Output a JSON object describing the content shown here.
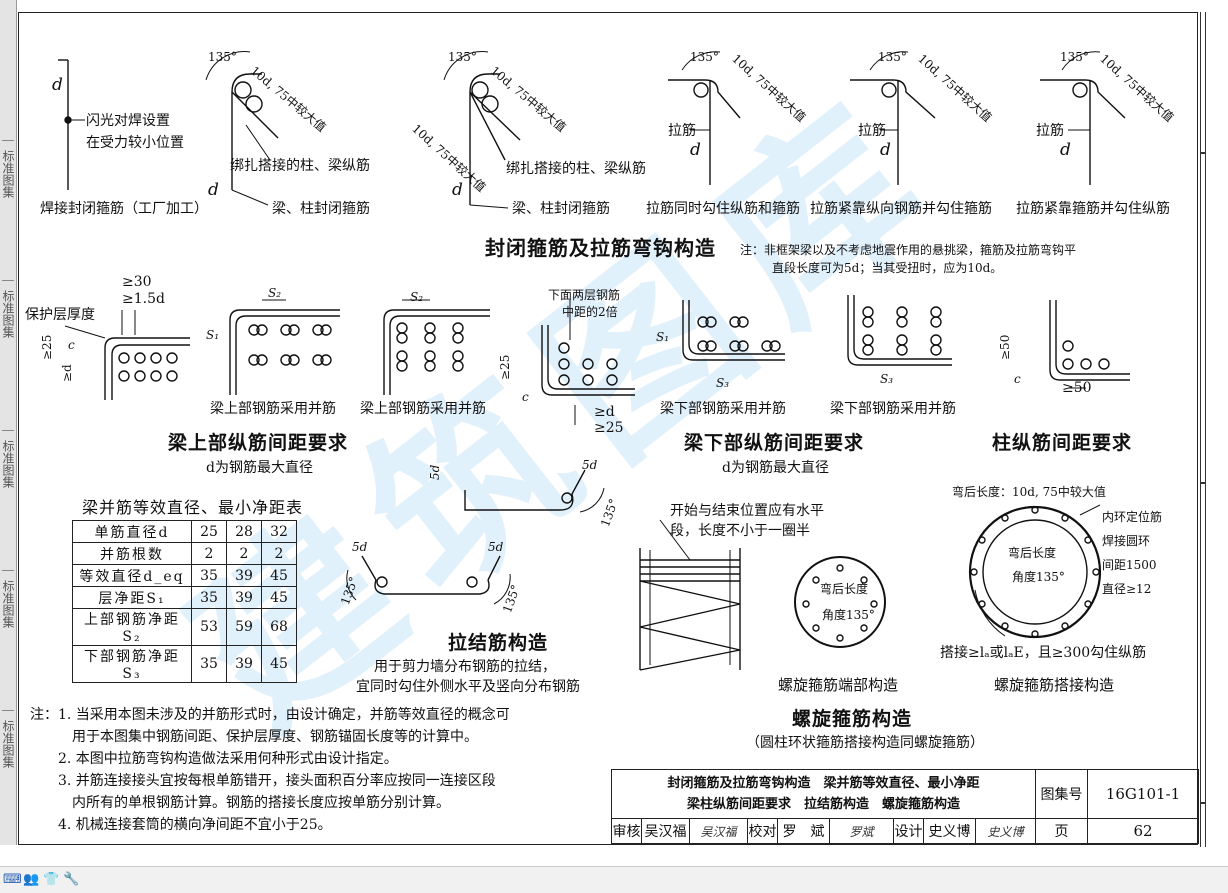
{
  "binding": {
    "text1": "标准图集",
    "text2": "标准图集",
    "text3": "标准图集",
    "text4": "标准图集",
    "text5": "标准图集"
  },
  "watermark": "建筑图库",
  "top": {
    "welded": {
      "d": "d",
      "flash1": "闪光对焊设置",
      "flash2": "在受力较小位置",
      "caption": "焊接封闭箍筋（工厂加工）"
    },
    "tied": {
      "angle": "135°",
      "len": "10d, 75中较大值",
      "bundle": "绑扎搭接的柱、梁纵筋",
      "d": "d",
      "stirrup": "梁、柱封闭箍筋"
    },
    "tied2": {
      "angle": "135°",
      "len": "10d, 75中较大值",
      "len2": "10d, 75中较大值",
      "bundle": "绑扎搭接的柱、梁纵筋",
      "d": "d",
      "stirrup": "梁、柱封闭箍筋"
    },
    "tie1": {
      "angle": "135°",
      "len": "10d, 75中较大值",
      "label": "拉筋",
      "d": "d",
      "caption": "拉筋同时勾住纵筋和箍筋"
    },
    "tie2": {
      "angle": "135°",
      "len": "10d, 75中较大值",
      "label": "拉筋",
      "d": "d",
      "caption": "拉筋紧靠纵向钢筋并勾住箍筋"
    },
    "tie3": {
      "angle": "135°",
      "len": "10d, 75中较大值",
      "label": "拉筋",
      "d": "d",
      "caption": "拉筋紧靠箍筋并勾住纵筋"
    },
    "heading": "封闭箍筋及拉筋弯钩构造",
    "note1": "注：非框架梁以及不考虑地震作用的悬挑梁，箍筋及拉筋弯钩平",
    "note2": "直段长度可为5d；当其受扭时，应为10d。"
  },
  "mid": {
    "beamTop": {
      "ge30": "≥30",
      "ge15d": "≥1.5d",
      "cover": "保护层厚度",
      "ge25": "≥25",
      "ged": "≥d",
      "c": "c",
      "s1": "S₁",
      "s2": "S₂",
      "cap1": "梁上部钢筋采用并筋",
      "cap2": "梁上部钢筋采用并筋",
      "heading": "梁上部纵筋间距要求",
      "sub": "d为钢筋最大直径"
    },
    "beamBot": {
      "note1": "下面两层钢筋",
      "note2": "中距的2倍",
      "ge25": "≥25",
      "ged": "≥d",
      "ge25b": "≥25",
      "c": "c",
      "s1": "S₁",
      "s3": "S₃",
      "cap1": "梁下部钢筋采用并筋",
      "cap2": "梁下部钢筋采用并筋",
      "heading": "梁下部纵筋间距要求",
      "sub": "d为钢筋最大直径"
    },
    "col": {
      "ge50": "≥50",
      "ge50b": "≥50",
      "c": "c",
      "heading": "柱纵筋间距要求"
    }
  },
  "table": {
    "title": "梁并筋等效直径、最小净距表",
    "rows": [
      {
        "label": "单筋直径d",
        "v": [
          "25",
          "28",
          "32"
        ]
      },
      {
        "label": "并筋根数",
        "v": [
          "2",
          "2",
          "2"
        ]
      },
      {
        "label": "等效直径d_eq",
        "v": [
          "35",
          "39",
          "45"
        ]
      },
      {
        "label": "层净距S₁",
        "v": [
          "35",
          "39",
          "45"
        ]
      },
      {
        "label": "上部钢筋净距S₂",
        "v": [
          "53",
          "59",
          "68"
        ]
      },
      {
        "label": "下部钢筋净距S₃",
        "v": [
          "35",
          "39",
          "45"
        ]
      }
    ]
  },
  "tieDetail": {
    "d5a": "5d",
    "d5b": "5d",
    "d5c": "5d",
    "d5d": "5d",
    "a135a": "135°",
    "a135b": "135°",
    "a135c": "135°",
    "heading": "拉结筋构造",
    "note1": "用于剪力墙分布钢筋的拉结，",
    "note2": "宜同时勾住外侧水平及竖向分布钢筋"
  },
  "spiral": {
    "top1": "开始与结束位置应有水平",
    "top2": "段，长度不小于一圈半",
    "bend": "弯后长度",
    "angle": "角度135°",
    "bend2": "弯后长度：10d, 75中较大值",
    "inner": "弯后长度",
    "innerAngle": "角度135°",
    "ring1": "内环定位筋",
    "ring2": "焊接圆环",
    "ring3": "间距1500",
    "ring4": "直径≥12",
    "lap": "搭接≥lₐ或lₐE，且≥300勾住纵筋",
    "cap1": "螺旋箍筋端部构造",
    "cap2": "螺旋箍筋搭接构造",
    "heading": "螺旋箍筋构造",
    "sub": "（圆柱环状箍筋搭接构造同螺旋箍筋）"
  },
  "notes": {
    "n1a": "注：1. 当采用本图未涉及的并筋形式时，由设计确定，并筋等效直径的概念可",
    "n1b": "用于本图集中钢筋间距、保护层厚度、钢筋锚固长度等的计算中。",
    "n2": "2. 本图中拉筋弯钩构造做法采用何种形式由设计指定。",
    "n3a": "3. 并筋连接接头宜按每根单筋错开，接头面积百分率应按同一连接区段",
    "n3b": "内所有的单根钢筋计算。钢筋的搭接长度应按单筋分别计算。",
    "n4": "4. 机械连接套筒的横向净间距不宜小于25。"
  },
  "titleblock": {
    "title1": "封闭箍筋及拉筋弯钩构造　梁并筋等效直径、最小净距",
    "title2": "梁柱纵筋间距要求　拉结筋构造　螺旋箍筋构造",
    "atlasLabel": "图集号",
    "atlasNo": "16G101-1",
    "review": "审核",
    "reviewer": "吴汉福",
    "reviewSig": "吴汉福",
    "check": "校对",
    "checker": "罗　斌",
    "checkSig": "罗斌",
    "design": "设计",
    "designer": "史义博",
    "designSig": "史义博",
    "pageLabel": "页",
    "pageNo": "62"
  },
  "toolbar": {
    "keyboard": "⌨",
    "people": "👥",
    "shirt": "👕",
    "wrench": "🔧"
  }
}
